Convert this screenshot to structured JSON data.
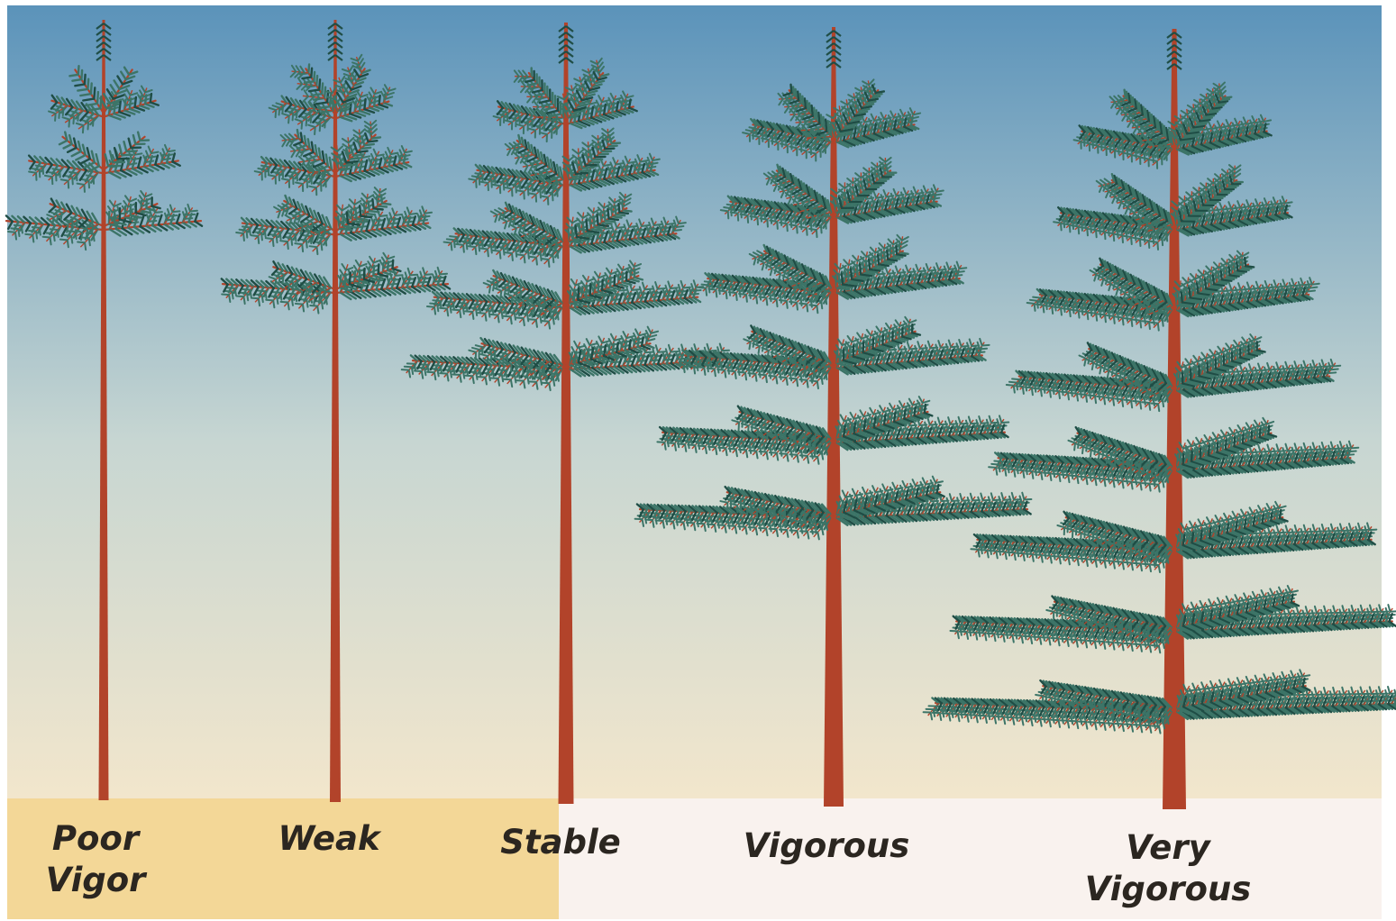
{
  "figure": {
    "colors": {
      "sky_top": "#5b93ba",
      "sky_mid": "#c7d6d2",
      "sky_bottom": "#f2e6cc",
      "label_band": "#f3d797",
      "label_band_right": "#f9f2ee",
      "trunk": "#b2432a",
      "needles": "#3c7467",
      "needles_dark": "#1f4d45",
      "text": "#2b2620"
    },
    "trees": [
      {
        "id": "poor-vigor",
        "label_lines": [
          "Poor",
          "Vigor"
        ],
        "crown_whorls": 3,
        "crown_density": "sparse"
      },
      {
        "id": "weak",
        "label_lines": [
          "Weak"
        ],
        "crown_whorls": 4,
        "crown_density": "light"
      },
      {
        "id": "stable",
        "label_lines": [
          "Stable"
        ],
        "crown_whorls": 5,
        "crown_density": "moderate"
      },
      {
        "id": "vigorous",
        "label_lines": [
          "Vigorous"
        ],
        "crown_whorls": 6,
        "crown_density": "dense"
      },
      {
        "id": "very-vigorous",
        "label_lines": [
          "Very",
          "Vigorous"
        ],
        "crown_whorls": 8,
        "crown_density": "very dense"
      }
    ]
  }
}
